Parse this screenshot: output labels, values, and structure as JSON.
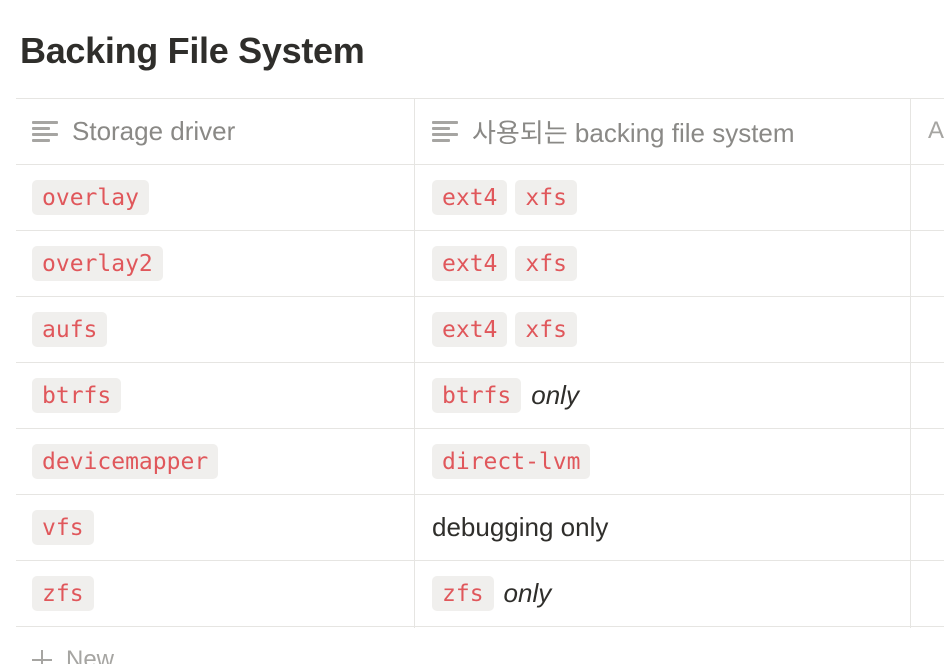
{
  "page": {
    "title": "Backing File System"
  },
  "table": {
    "columns": [
      {
        "label": "Storage driver",
        "icon": "text-property-icon"
      },
      {
        "label": "사용되는 backing file system",
        "icon": "text-property-icon"
      },
      {
        "label": "A",
        "icon": "text-type-icon"
      }
    ],
    "rows": [
      {
        "driver": "overlay",
        "fs": [
          "ext4",
          "xfs"
        ],
        "note": ""
      },
      {
        "driver": "overlay2",
        "fs": [
          "ext4",
          "xfs"
        ],
        "note": ""
      },
      {
        "driver": "aufs",
        "fs": [
          "ext4",
          "xfs"
        ],
        "note": ""
      },
      {
        "driver": "btrfs",
        "fs": [
          "btrfs"
        ],
        "note": "only"
      },
      {
        "driver": "devicemapper",
        "fs": [
          "direct-lvm"
        ],
        "note": ""
      },
      {
        "driver": "vfs",
        "fs": [],
        "text": "debugging only"
      },
      {
        "driver": "zfs",
        "fs": [
          "zfs"
        ],
        "note": "only"
      }
    ],
    "new_label": "New"
  },
  "colors": {
    "code_text": "#e0575b",
    "code_background": "#f0efed",
    "border": "#e6e5e2",
    "muted_text": "#8a8986"
  }
}
